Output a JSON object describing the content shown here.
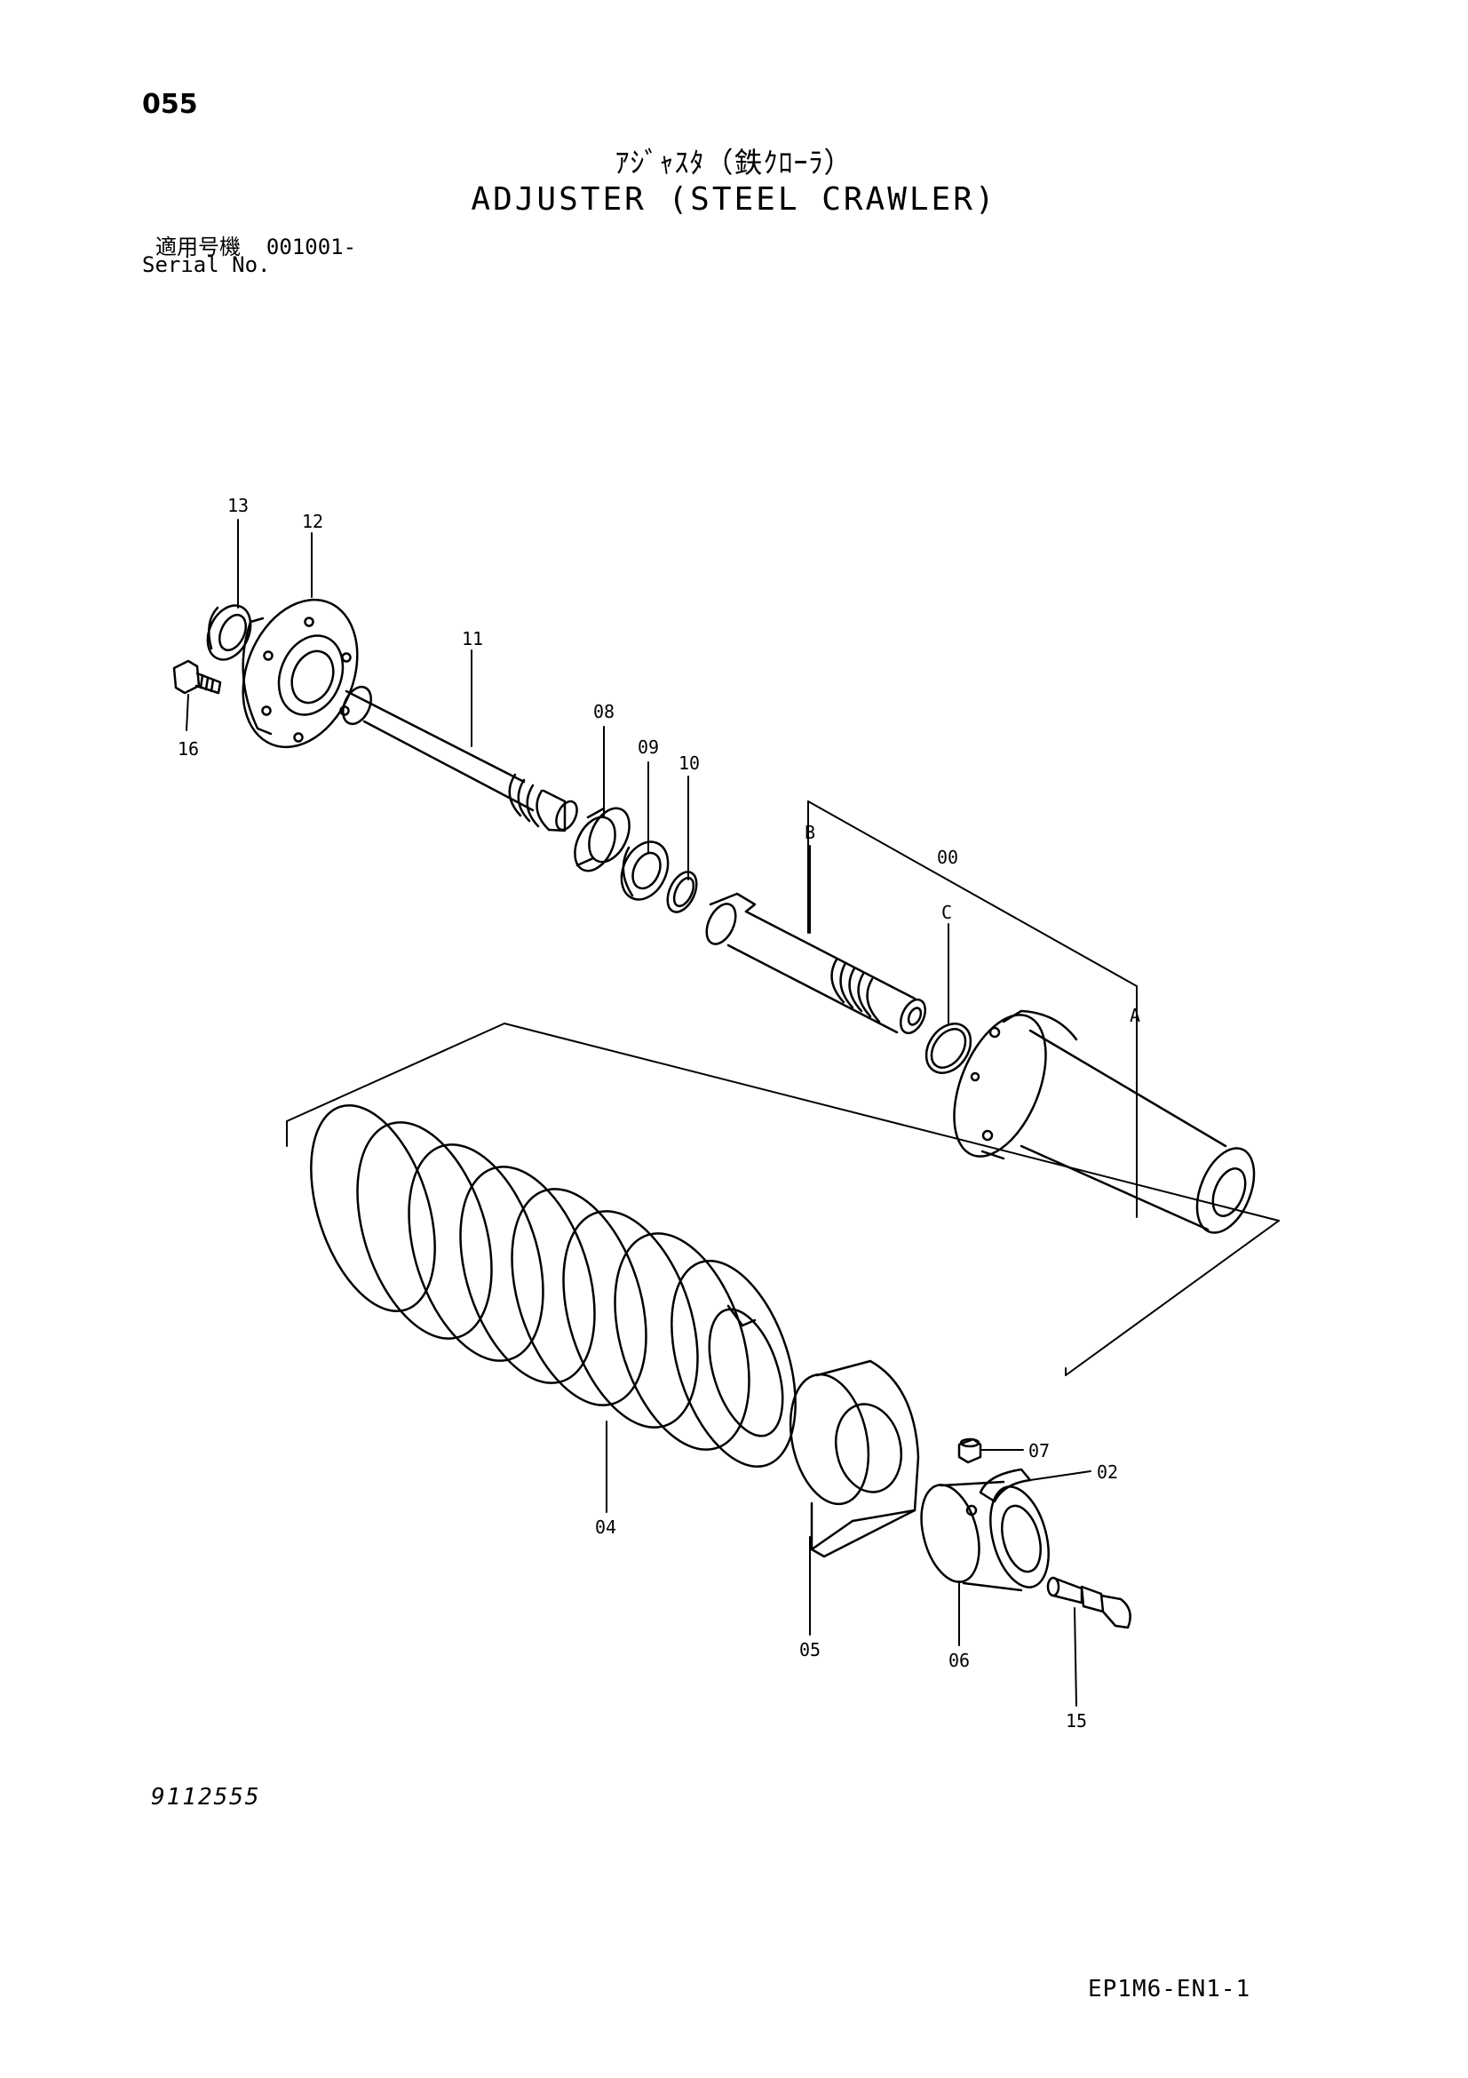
{
  "header": {
    "page_number": "055",
    "title_jp": "ｱｼﾞｬｽﾀ（鉄ｸﾛｰﾗ）",
    "title_en": "ADJUSTER (STEEL CRAWLER)",
    "serial_label_jp": "適用号機",
    "serial_range": "001001-",
    "serial_label_en": "Serial No."
  },
  "callouts": {
    "p13": "13",
    "p12": "12",
    "p16": "16",
    "p11": "11",
    "p08": "08",
    "p09": "09",
    "p10": "10",
    "pB": "B",
    "p00": "00",
    "pC": "C",
    "pA": "A",
    "p04": "04",
    "p07": "07",
    "p02": "02",
    "p05": "05",
    "p06": "06",
    "p15": "15"
  },
  "footer": {
    "drawing_number": "9112555",
    "document_code": "EP1M6-EN1-1"
  }
}
